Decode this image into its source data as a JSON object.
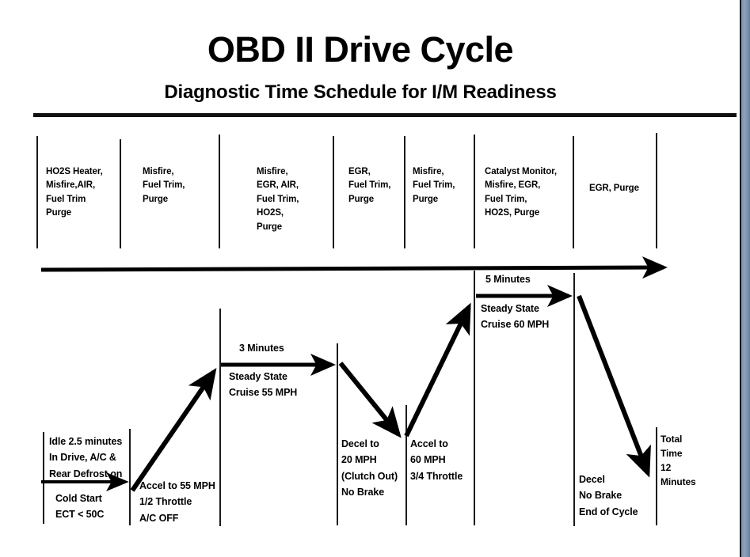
{
  "header": {
    "title": "OBD II Drive Cycle",
    "subtitle": "Diagnostic Time Schedule for I/M Readiness"
  },
  "monitor_columns": [
    {
      "id": "col-1",
      "text": "HO2S Heater,\nMisfire,AIR,\nFuel Trim\nPurge"
    },
    {
      "id": "col-2",
      "text": "Misfire,\nFuel Trim,\nPurge"
    },
    {
      "id": "col-3",
      "text": "Misfire,\nEGR, AIR,\nFuel Trim,\nHO2S,\nPurge"
    },
    {
      "id": "col-4",
      "text": "EGR,\nFuel Trim,\nPurge"
    },
    {
      "id": "col-5",
      "text": "Misfire,\nFuel Trim,\nPurge"
    },
    {
      "id": "col-6",
      "text": "Catalyst Monitor,\nMisfire, EGR,\nFuel Trim,\nHO2S, Purge"
    },
    {
      "id": "col-7",
      "text": "EGR, Purge"
    }
  ],
  "phases": {
    "idle": {
      "condition": "Idle 2.5 minutes\nIn Drive, A/C &\nRear Defrost on",
      "detail": "Cold Start\nECT < 50C"
    },
    "accel_55": {
      "detail": "Accel to 55 MPH\n1/2 Throttle\nA/C OFF"
    },
    "cruise_55": {
      "duration": "3 Minutes",
      "detail": "Steady State\nCruise 55 MPH"
    },
    "decel_20": {
      "detail": "Decel to\n20 MPH\n(Clutch Out)\nNo Brake"
    },
    "accel_60": {
      "detail": "Accel to\n60 MPH\n3/4 Throttle"
    },
    "cruise_60": {
      "duration": "5 Minutes",
      "detail": "Steady State\nCruise 60 MPH"
    },
    "decel_end": {
      "detail": "Decel\nNo Brake\nEnd of Cycle"
    },
    "total": {
      "detail": "Total\nTime\n12\nMinutes"
    }
  },
  "colors": {
    "ink": "#000000",
    "paper": "#ffffff",
    "edge": "#7d93ae"
  }
}
